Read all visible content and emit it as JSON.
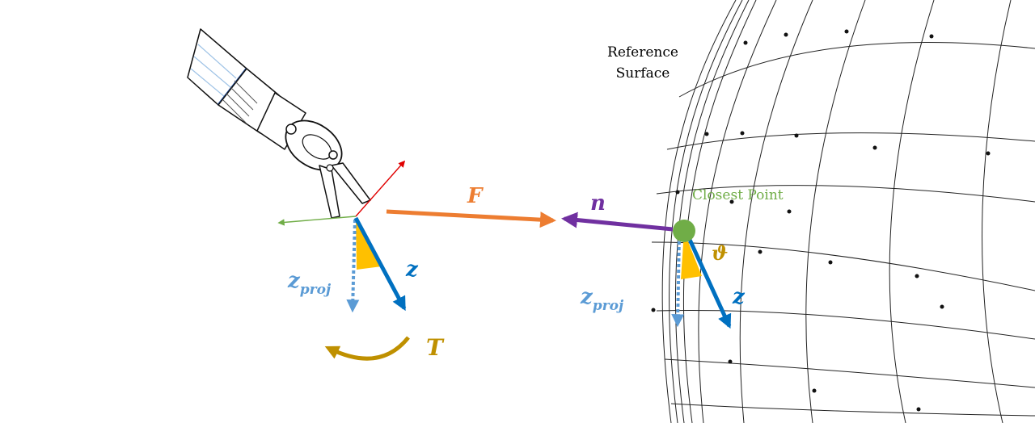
{
  "labels": {
    "reference_surface_line1": "Reference",
    "reference_surface_line2": "Surface",
    "closest_point": "Closest Point",
    "force": "F",
    "normal": "n",
    "z_tool": "z",
    "z_proj_tool_base": "z",
    "z_proj_tool_sub": "proj",
    "torque": "T",
    "theta": "ϑ",
    "z_surface": "z",
    "z_proj_surface_base": "z",
    "z_proj_surface_sub": "proj"
  },
  "colors": {
    "force": "#ED7D31",
    "normal": "#7030A0",
    "z_axis": "#0070C0",
    "z_proj": "#5B9BD5",
    "torque": "#BF9000",
    "angle_fill": "#FFC000",
    "closest_point": "#70AD47",
    "frame_x": "#E00000",
    "frame_y": "#70AD47",
    "mesh": "#222222",
    "text": "#000000"
  },
  "icons": {
    "tool": "surgical-instrument-icon",
    "surface": "mesh-surface-icon"
  }
}
